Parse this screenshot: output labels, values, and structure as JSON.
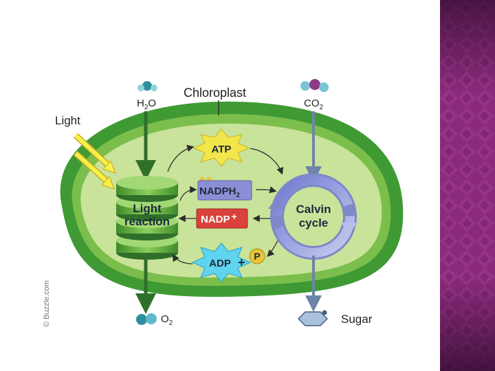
{
  "diagram": {
    "title": "Chloroplast",
    "light": "Light",
    "h2o": "H",
    "h2o_sub": "2",
    "h2o_tail": "O",
    "co2": "CO",
    "co2_sub": "2",
    "o2": "O",
    "o2_sub": "2",
    "light_reaction_1": "Light",
    "light_reaction_2": "reaction",
    "atp": "ATP",
    "nadph": "NADPH",
    "nadph_sub": "2",
    "nadp": "NADP",
    "nadp_plus": "+",
    "adp": "ADP",
    "adp_plus": "+",
    "phosphate": "P",
    "calvin_1": "Calvin",
    "calvin_2": "cycle",
    "sugar": "Sugar",
    "watermark": "© Buzzle.com"
  },
  "colors": {
    "outer_membrane": "#3f9a34",
    "stroma": "#c9e39a",
    "thylakoid": "#5aa33a",
    "atp_star": "#f2e64a",
    "nadph_box": "#8d8fd6",
    "nadp_box": "#d9413a",
    "adp_star": "#5fd4ee",
    "phosphate": "#e7c43a",
    "calvin": "#9aa2d8",
    "side_panel": "#8a2a7a"
  }
}
